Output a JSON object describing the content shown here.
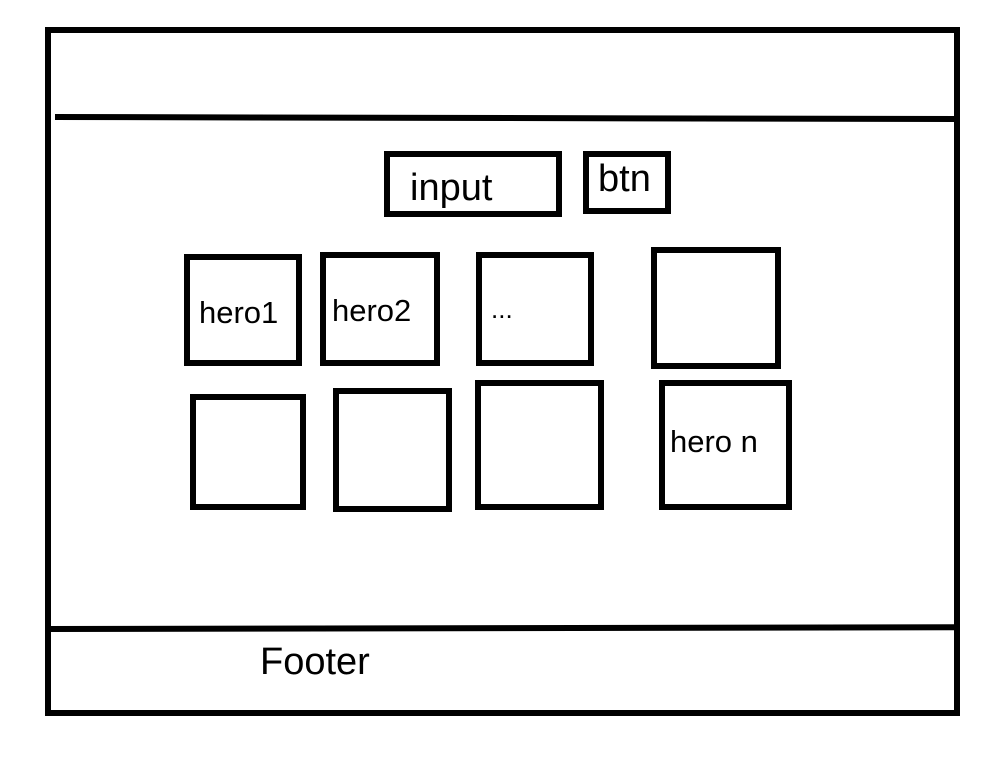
{
  "search": {
    "input_label": "input",
    "button_label": "btn"
  },
  "heroes": [
    {
      "label": "hero1"
    },
    {
      "label": "hero2"
    },
    {
      "label": "..."
    },
    {
      "label": ""
    },
    {
      "label": ""
    },
    {
      "label": ""
    },
    {
      "label": ""
    },
    {
      "label": "hero n"
    }
  ],
  "footer": {
    "text": "Footer"
  }
}
